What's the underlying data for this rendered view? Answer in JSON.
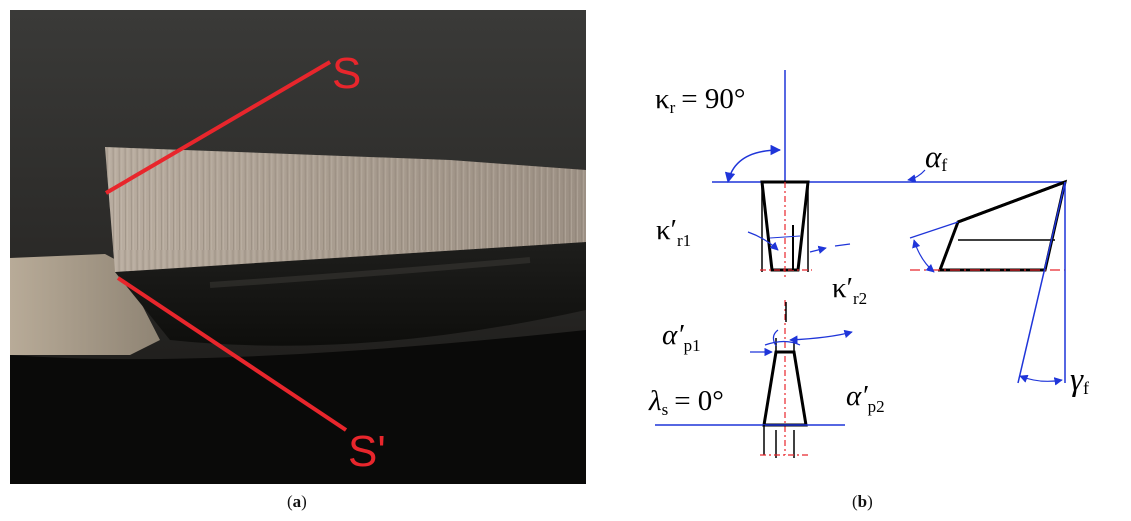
{
  "photo": {
    "label_s": "S",
    "label_s_prime": "S'"
  },
  "diagram": {
    "kappa_r": "κr = 90°",
    "kappa_r_sym": "κ",
    "kappa_r_sub": "r",
    "kappa_r_val": "= 90°",
    "alpha_f_sym": "α",
    "alpha_f_sub": "f",
    "kappa_r1_sym": "κ′",
    "kappa_r1_sub": "r1",
    "kappa_r2_sym": "κ′",
    "kappa_r2_sub": "r2",
    "alpha_p1_sym": "α′",
    "alpha_p1_sub": "p1",
    "alpha_p2_sym": "α′",
    "alpha_p2_sub": "p2",
    "lambda_s_sym": "λ",
    "lambda_s_sub": "s",
    "lambda_s_val": "= 0°",
    "gamma_f_sym": "γ",
    "gamma_f_sub": "f"
  },
  "captions": {
    "a": "a",
    "b": "b"
  },
  "colors": {
    "annotation_red": "#e8262c",
    "diagram_blue": "#1f35d9",
    "centerline_red": "#e8262c"
  }
}
